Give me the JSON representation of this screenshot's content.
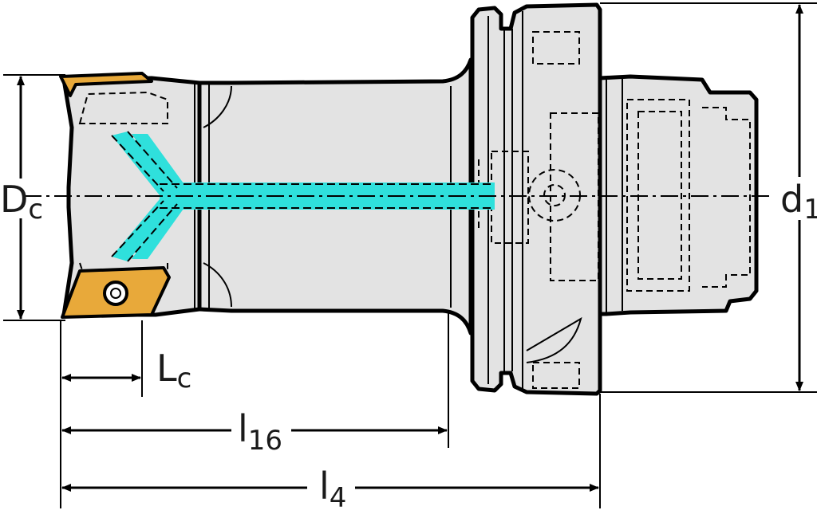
{
  "colors": {
    "body_fill": "#e3e3e3",
    "outline": "#000000",
    "insert_fill": "#e8a93a",
    "coolant_fill": "#2fe0dc",
    "dimension_line": "#000000",
    "text": "#1a1a1a"
  },
  "dimensions": {
    "dc": {
      "main": "D",
      "sub": "c"
    },
    "d1": {
      "main": "d",
      "sub": "1"
    },
    "lc": {
      "main": "L",
      "sub": "c"
    },
    "l16": {
      "main": "l",
      "sub": "16"
    },
    "l4": {
      "main": "l",
      "sub": "4"
    }
  },
  "icons": {
    "insert_top": "cutting-insert-icon",
    "insert_bottom": "cutting-insert-icon",
    "coolant": "coolant-channel-icon"
  }
}
